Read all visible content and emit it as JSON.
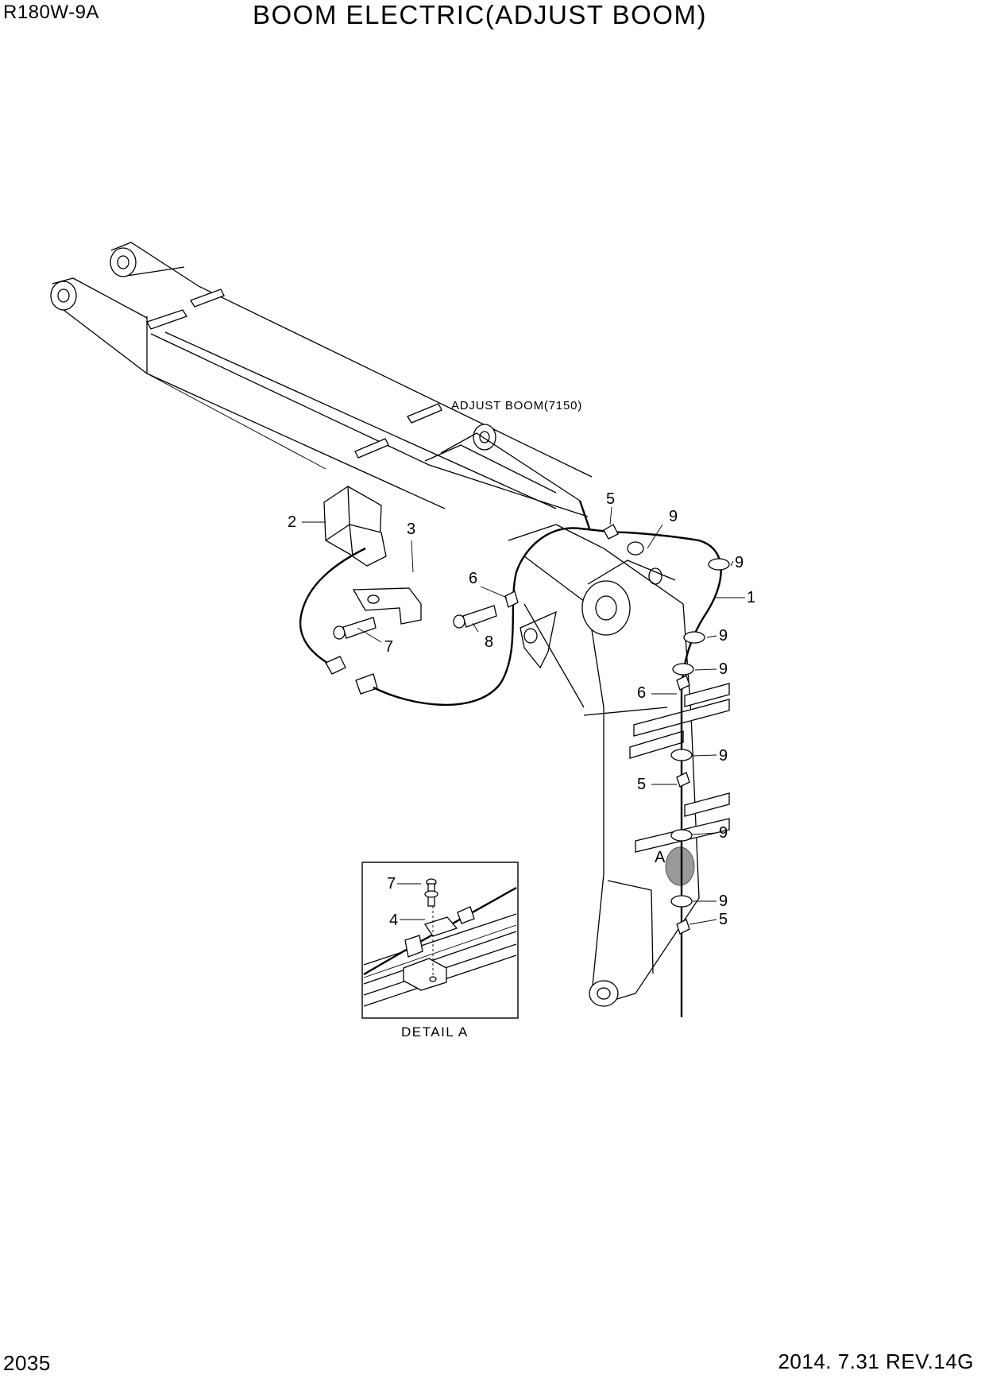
{
  "header": {
    "model": "R180W-9A",
    "title": "BOOM ELECTRIC(ADJUST BOOM)"
  },
  "footer": {
    "page_number": "2035",
    "revision": "2014. 7.31  REV.14G"
  },
  "diagram": {
    "assembly_label": "ADJUST BOOM(7150)",
    "detail_caption": "DETAIL  A",
    "detail_marker": "A",
    "callouts": [
      "1",
      "2",
      "3",
      "4",
      "5",
      "6",
      "7",
      "8",
      "9"
    ]
  }
}
